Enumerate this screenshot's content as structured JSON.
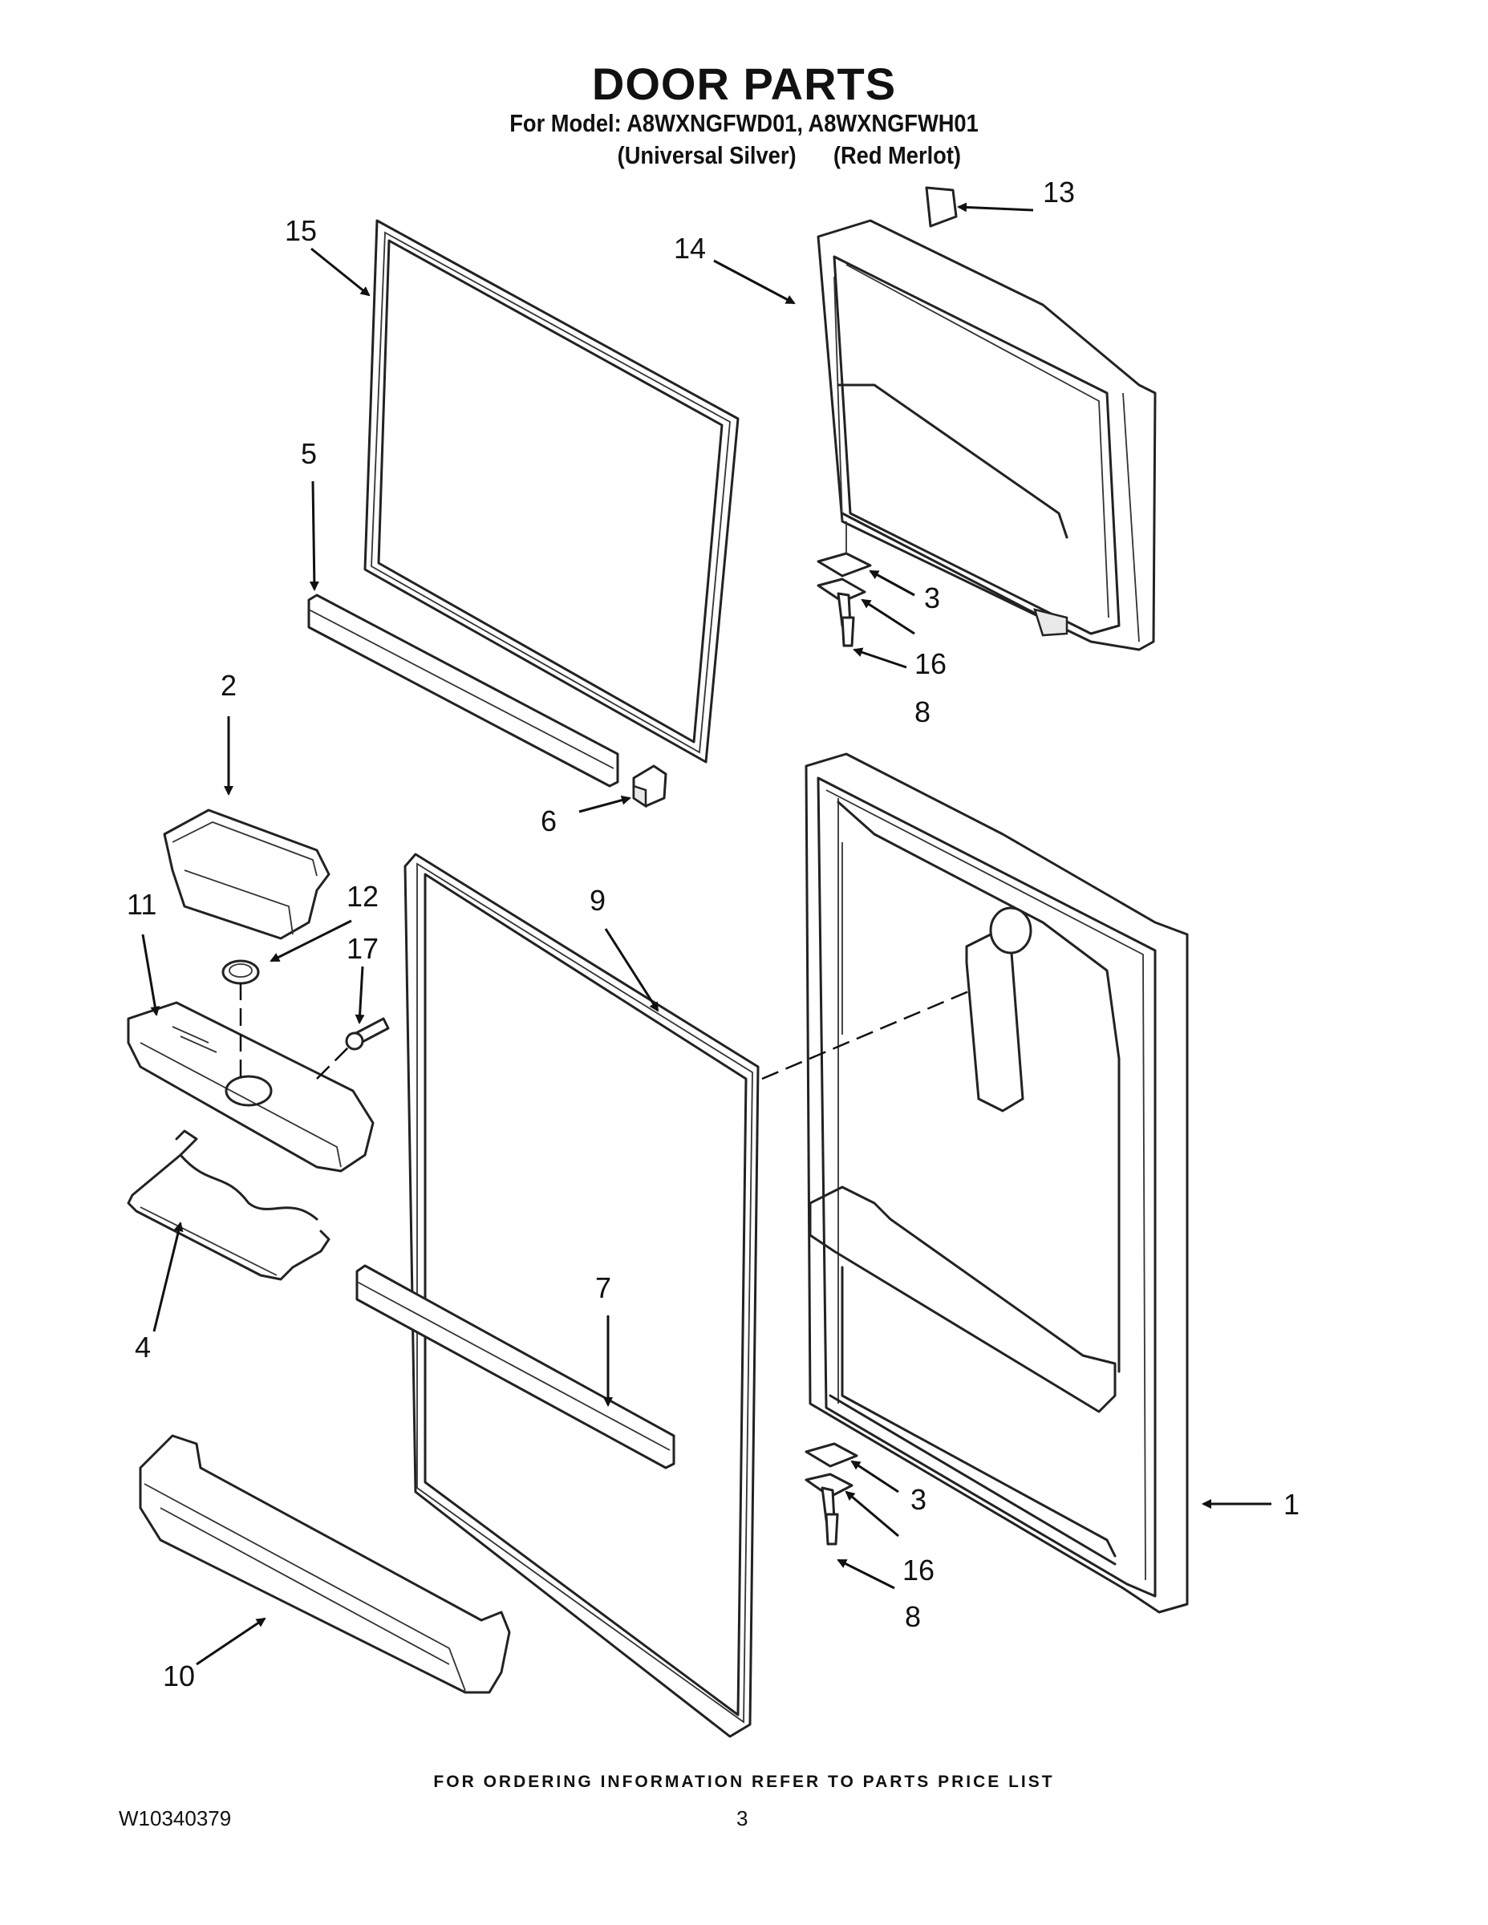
{
  "header": {
    "title": "DOOR PARTS",
    "model_line": "For Model: A8WXNGFWD01, A8WXNGFWH01",
    "color_a": "(Universal Silver)",
    "color_b": "(Red Merlot)"
  },
  "callouts": [
    "1",
    "2",
    "3",
    "3",
    "4",
    "5",
    "6",
    "7",
    "8",
    "8",
    "9",
    "10",
    "11",
    "12",
    "13",
    "14",
    "15",
    "16",
    "16",
    "17"
  ],
  "footer": {
    "ordering_note": "FOR ORDERING INFORMATION REFER TO PARTS PRICE LIST",
    "document_number": "W10340379",
    "page_number": "3"
  }
}
